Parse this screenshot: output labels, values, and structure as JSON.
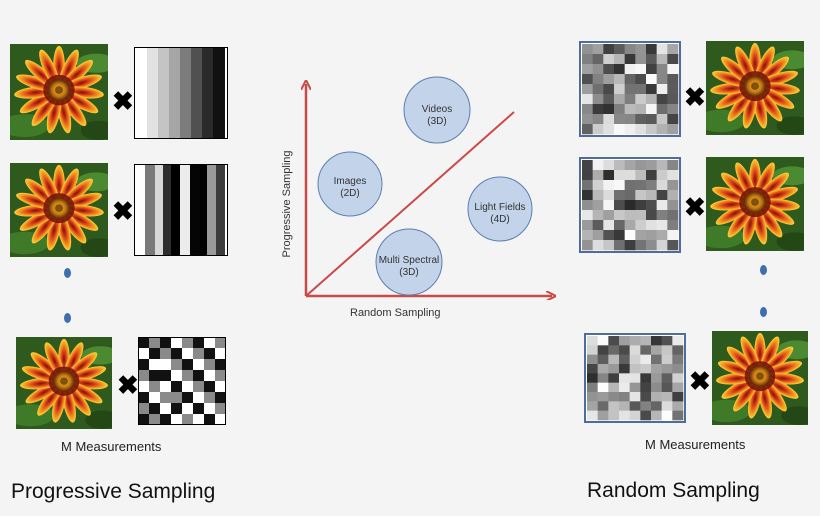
{
  "left_panel": {
    "title": "Progressive Sampling",
    "caption": "M Measurements",
    "operator": "✖"
  },
  "right_panel": {
    "title": "Random Sampling",
    "caption": "M Measurements",
    "operator": "✖"
  },
  "diagram": {
    "x_axis_label": "Random Sampling",
    "y_axis_label": "Progressive Sampling",
    "bubbles": [
      {
        "line1": "Videos",
        "line2": "(3D)"
      },
      {
        "line1": "Images",
        "line2": "(2D)"
      },
      {
        "line1": "Light Fields",
        "line2": "(4D)"
      },
      {
        "line1": "Multi Spectral",
        "line2": "(3D)"
      }
    ],
    "colors": {
      "axis": "#c94a48",
      "bubble_fill": "#c3d3ea",
      "bubble_stroke": "#5b7fb0"
    }
  },
  "colors": {
    "mask_border": "#4f6d9b",
    "dot": "#3d6fae"
  }
}
